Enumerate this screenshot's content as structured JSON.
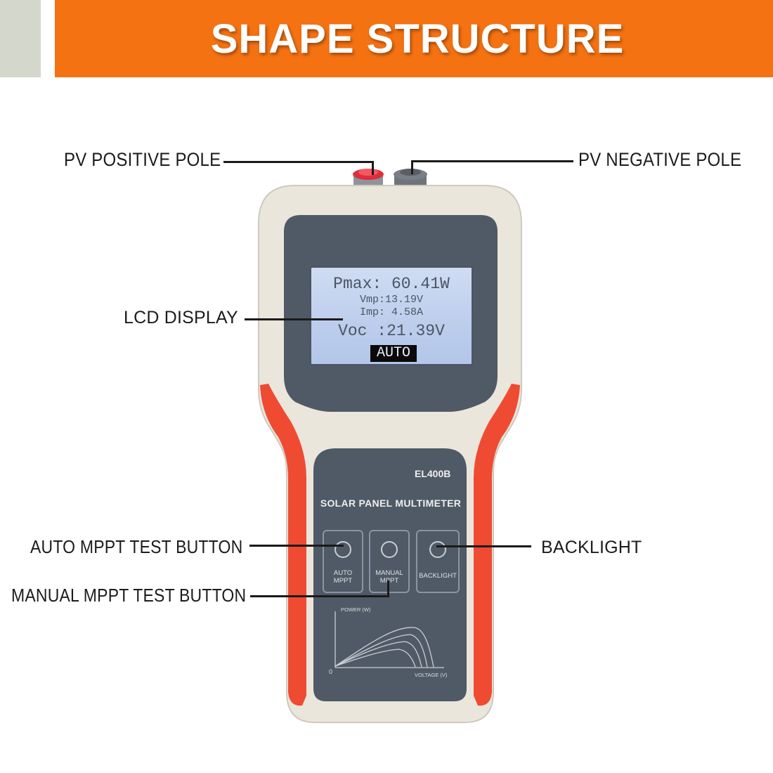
{
  "header": {
    "title": "SHAPE STRUCTURE",
    "banner_color": "#f57212",
    "accent_block_color": "#d4d7cc"
  },
  "callouts": {
    "pv_positive": "PV POSITIVE POLE",
    "pv_negative": "PV NEGATIVE POLE",
    "lcd_display": "LCD DISPLAY",
    "auto_mppt": "AUTO MPPT TEST BUTTON",
    "manual_mppt": "MANUAL MPPT TEST BUTTON",
    "backlight": "BACKLIGHT"
  },
  "device": {
    "model": "EL400B",
    "name": "SOLAR PANEL MULTIMETER",
    "body_color": "#ece7dd",
    "grip_color": "#ef4b32",
    "panel_color": "#505a66",
    "lcd": {
      "pmax": "Pmax: 60.41W",
      "vmp": "Vmp:13.19V",
      "imp": "Imp: 4.58A",
      "voc": "Voc :21.39V",
      "mode": "AUTO"
    },
    "buttons": [
      {
        "label_line1": "AUTO",
        "label_line2": "MPPT"
      },
      {
        "label_line1": "MANUAL",
        "label_line2": "MPPT"
      },
      {
        "label_line1": "BACKLIGHT",
        "label_line2": ""
      }
    ],
    "curve": {
      "y_axis": "POWER (W)",
      "x_axis": "VOLTAGE (V)",
      "origin": "0"
    }
  }
}
